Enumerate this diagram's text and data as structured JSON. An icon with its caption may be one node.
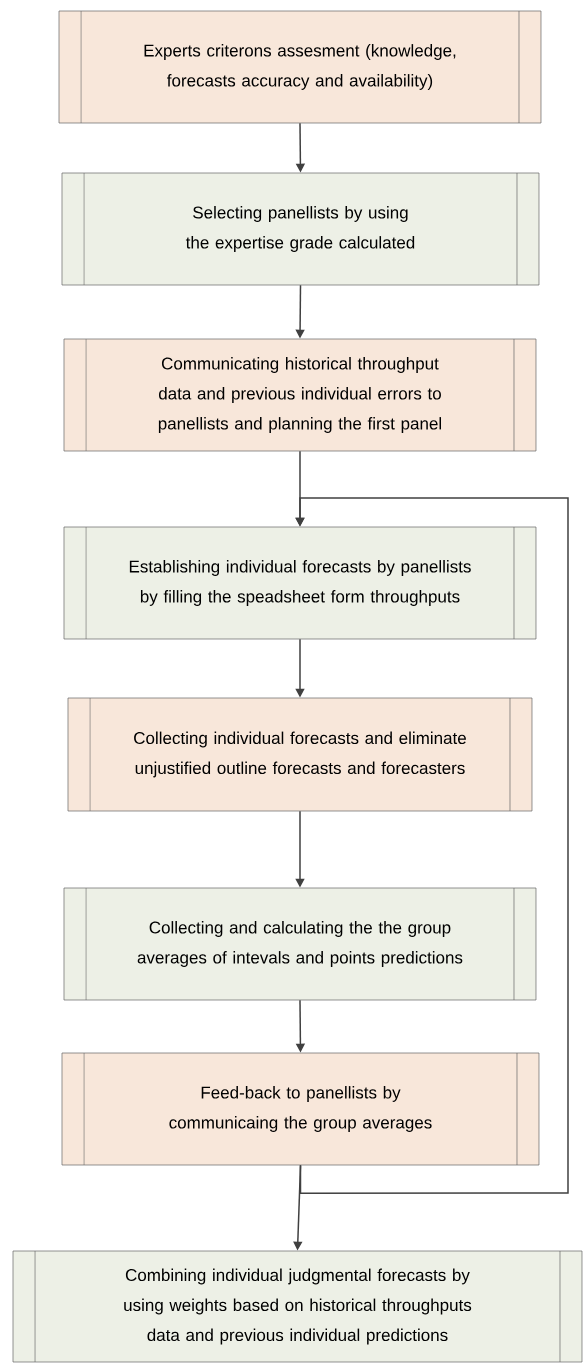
{
  "diagram": {
    "nodes": [
      {
        "text": [
          "Experts criterons assesment (knowledge, forecasts accuracy and availability)"
        ]
      },
      {
        "text": [
          "Selecting panellists by using the expertise grade calculated"
        ]
      },
      {
        "text": [
          "Communicating historical throughput data and previous individual errors to panellists and planning the first panel"
        ]
      },
      {
        "text": [
          "Establishing individual forecasts by panellists by filling the speadsheet form throughputs"
        ]
      },
      {
        "text": [
          "Collecting individual forecasts and eliminate unjustified outline forecasts and forecasters"
        ]
      },
      {
        "text": [
          "Collecting and calculating the the group averages of intevals and points predictions"
        ]
      },
      {
        "text": [
          "Feed-back to panellists by communicaing the group averages"
        ]
      },
      {
        "text": [
          "Combining individual judgmental forecasts by using weights based on historical throughputs data and previous individual predictions"
        ]
      }
    ],
    "edges": [
      {
        "from": 0,
        "to": 1,
        "arrow": "to"
      },
      {
        "from": 1,
        "to": 2,
        "arrow": "to"
      },
      {
        "from": 2,
        "to": 3,
        "arrow": "to"
      },
      {
        "from": 3,
        "to": 4,
        "arrow": "to"
      },
      {
        "from": 4,
        "to": 5,
        "arrow": "to"
      },
      {
        "from": 5,
        "to": 6,
        "arrow": "to"
      },
      {
        "from": 6,
        "to": 7,
        "arrow": "to"
      },
      {
        "from": 6,
        "to": 3,
        "arrow": "to"
      }
    ]
  }
}
